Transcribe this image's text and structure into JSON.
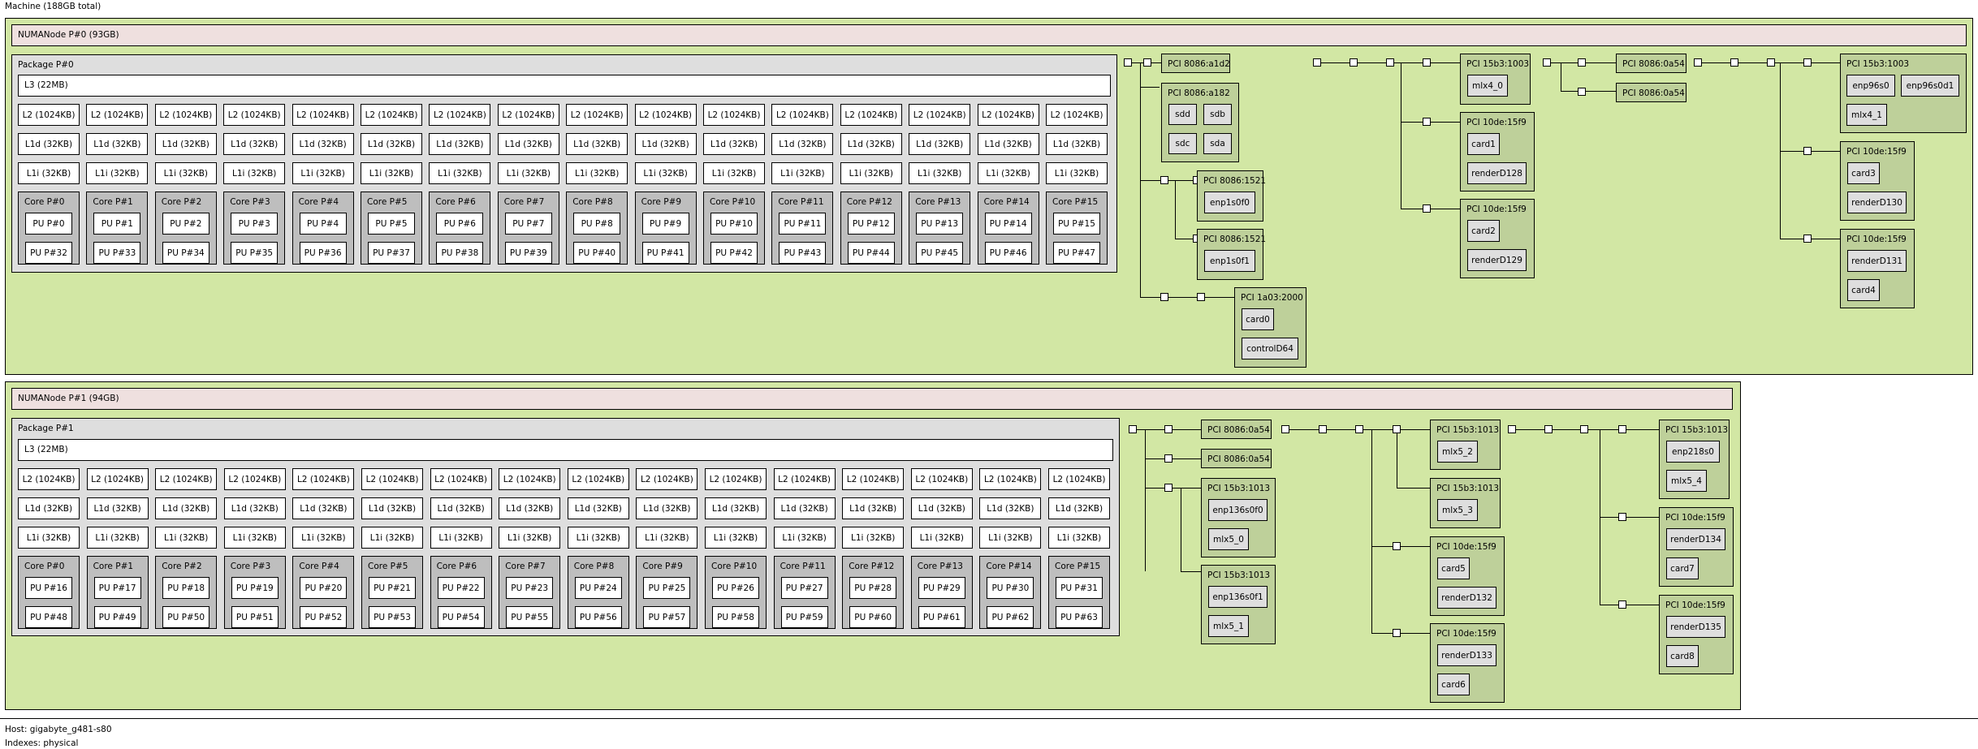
{
  "machine": {
    "title": "Machine (188GB total)"
  },
  "numa": [
    {
      "label": "NUMANode P#0 (93GB)",
      "package": "Package P#0",
      "l3": "L3 (22MB)",
      "l2": "L2 (1024KB)",
      "l1d": "L1d (32KB)",
      "l1i": "L1i (32KB)",
      "cores": [
        {
          "name": "Core P#0",
          "pu": [
            "PU P#0",
            "PU P#32"
          ]
        },
        {
          "name": "Core P#1",
          "pu": [
            "PU P#1",
            "PU P#33"
          ]
        },
        {
          "name": "Core P#2",
          "pu": [
            "PU P#2",
            "PU P#34"
          ]
        },
        {
          "name": "Core P#3",
          "pu": [
            "PU P#3",
            "PU P#35"
          ]
        },
        {
          "name": "Core P#4",
          "pu": [
            "PU P#4",
            "PU P#36"
          ]
        },
        {
          "name": "Core P#5",
          "pu": [
            "PU P#5",
            "PU P#37"
          ]
        },
        {
          "name": "Core P#6",
          "pu": [
            "PU P#6",
            "PU P#38"
          ]
        },
        {
          "name": "Core P#7",
          "pu": [
            "PU P#7",
            "PU P#39"
          ]
        },
        {
          "name": "Core P#8",
          "pu": [
            "PU P#8",
            "PU P#40"
          ]
        },
        {
          "name": "Core P#9",
          "pu": [
            "PU P#9",
            "PU P#41"
          ]
        },
        {
          "name": "Core P#10",
          "pu": [
            "PU P#10",
            "PU P#42"
          ]
        },
        {
          "name": "Core P#11",
          "pu": [
            "PU P#11",
            "PU P#43"
          ]
        },
        {
          "name": "Core P#12",
          "pu": [
            "PU P#12",
            "PU P#44"
          ]
        },
        {
          "name": "Core P#13",
          "pu": [
            "PU P#13",
            "PU P#45"
          ]
        },
        {
          "name": "Core P#14",
          "pu": [
            "PU P#14",
            "PU P#46"
          ]
        },
        {
          "name": "Core P#15",
          "pu": [
            "PU P#15",
            "PU P#47"
          ]
        }
      ]
    },
    {
      "label": "NUMANode P#1 (94GB)",
      "package": "Package P#1",
      "l3": "L3 (22MB)",
      "l2": "L2 (1024KB)",
      "l1d": "L1d (32KB)",
      "l1i": "L1i (32KB)",
      "cores": [
        {
          "name": "Core P#0",
          "pu": [
            "PU P#16",
            "PU P#48"
          ]
        },
        {
          "name": "Core P#1",
          "pu": [
            "PU P#17",
            "PU P#49"
          ]
        },
        {
          "name": "Core P#2",
          "pu": [
            "PU P#18",
            "PU P#50"
          ]
        },
        {
          "name": "Core P#3",
          "pu": [
            "PU P#19",
            "PU P#51"
          ]
        },
        {
          "name": "Core P#4",
          "pu": [
            "PU P#20",
            "PU P#52"
          ]
        },
        {
          "name": "Core P#5",
          "pu": [
            "PU P#21",
            "PU P#53"
          ]
        },
        {
          "name": "Core P#6",
          "pu": [
            "PU P#22",
            "PU P#54"
          ]
        },
        {
          "name": "Core P#7",
          "pu": [
            "PU P#23",
            "PU P#55"
          ]
        },
        {
          "name": "Core P#8",
          "pu": [
            "PU P#24",
            "PU P#56"
          ]
        },
        {
          "name": "Core P#9",
          "pu": [
            "PU P#25",
            "PU P#57"
          ]
        },
        {
          "name": "Core P#10",
          "pu": [
            "PU P#26",
            "PU P#58"
          ]
        },
        {
          "name": "Core P#11",
          "pu": [
            "PU P#27",
            "PU P#59"
          ]
        },
        {
          "name": "Core P#12",
          "pu": [
            "PU P#28",
            "PU P#60"
          ]
        },
        {
          "name": "Core P#13",
          "pu": [
            "PU P#29",
            "PU P#61"
          ]
        },
        {
          "name": "Core P#14",
          "pu": [
            "PU P#30",
            "PU P#62"
          ]
        },
        {
          "name": "Core P#15",
          "pu": [
            "PU P#31",
            "PU P#63"
          ]
        }
      ]
    }
  ],
  "pci": {
    "n0": {
      "a1d2": "PCI 8086:a1d2",
      "a182": "PCI 8086:a182",
      "sdd": "sdd",
      "sdb": "sdb",
      "sdc": "sdc",
      "sda": "sda",
      "nic0": "PCI 8086:1521",
      "nic0_dev": "enp1s0f0",
      "nic1": "PCI 8086:1521",
      "nic1_dev": "enp1s0f1",
      "vga": "PCI 1a03:2000",
      "vga_card": "card0",
      "vga_ctrl": "controlD64",
      "mlx_a": "PCI 15b3:1003",
      "mlx_a_dev": "mlx4_0",
      "gpu1": "PCI 10de:15f9",
      "gpu1_a": "card1",
      "gpu1_b": "renderD128",
      "gpu2": "PCI 10de:15f9",
      "gpu2_a": "card2",
      "gpu2_b": "renderD129",
      "sw1": "PCI 8086:0a54",
      "sw2": "PCI 8086:0a54",
      "mlx_b": "PCI 15b3:1003",
      "mlx_b_d1": "enp96s0",
      "mlx_b_d2": "enp96s0d1",
      "mlx_b_d3": "mlx4_1",
      "gpu3": "PCI 10de:15f9",
      "gpu3_a": "card3",
      "gpu3_b": "renderD130",
      "gpu4": "PCI 10de:15f9",
      "gpu4_a": "renderD131",
      "gpu4_b": "card4"
    },
    "n1": {
      "sw1": "PCI 8086:0a54",
      "sw2": "PCI 8086:0a54",
      "mlx1": "PCI 15b3:1013",
      "mlx1_a": "enp136s0f0",
      "mlx1_b": "mlx5_0",
      "mlx2": "PCI 15b3:1013",
      "mlx2_a": "enp136s0f1",
      "mlx2_b": "mlx5_1",
      "mlx3": "PCI 15b3:1013",
      "mlx3_a": "mlx5_2",
      "mlx4": "PCI 15b3:1013",
      "mlx4_a": "mlx5_3",
      "gpu5": "PCI 10de:15f9",
      "gpu5_a": "card5",
      "gpu5_b": "renderD132",
      "gpu6": "PCI 10de:15f9",
      "gpu6_a": "renderD133",
      "gpu6_b": "card6",
      "mlx5": "PCI 15b3:1013",
      "mlx5_a": "enp218s0",
      "mlx5_b": "mlx5_4",
      "gpu7": "PCI 10de:15f9",
      "gpu7_a": "renderD134",
      "gpu7_b": "card7",
      "gpu8": "PCI 10de:15f9",
      "gpu8_a": "renderD135",
      "gpu8_b": "card8"
    }
  },
  "host": "Host: gigabyte_g481-s80",
  "indexes": "Indexes: physical"
}
